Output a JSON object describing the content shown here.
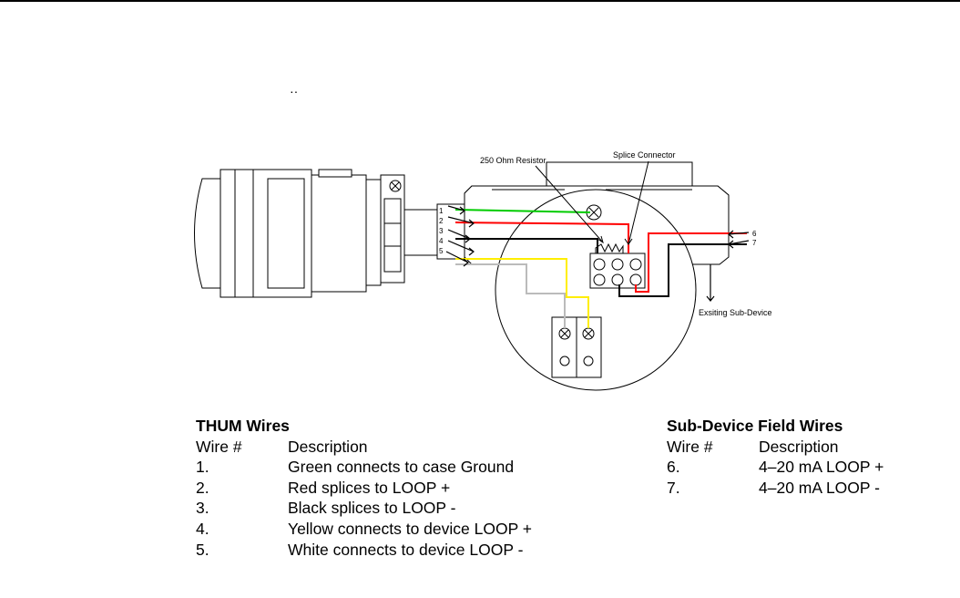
{
  "stray_mark": "··",
  "diagram": {
    "labels": {
      "resistor": "250 Ohm Resistor",
      "splice": "Splice Connector",
      "existing": "Exsiting Sub-Device"
    },
    "wire_numbers_left": [
      "1",
      "2",
      "3",
      "4",
      "5"
    ],
    "wire_numbers_right": [
      "6",
      "7"
    ],
    "colors": {
      "green": "#00cc00",
      "red": "#ff0000",
      "black": "#000000",
      "yellow": "#ffee00",
      "white": "#bbbbbb"
    }
  },
  "thum_table": {
    "title": "THUM Wires",
    "col_wire": "Wire #",
    "col_desc": "Description",
    "rows": [
      {
        "num": "1.",
        "desc": "Green connects to case Ground"
      },
      {
        "num": "2.",
        "desc": "Red splices to LOOP +"
      },
      {
        "num": "3.",
        "desc": "Black splices to LOOP -"
      },
      {
        "num": "4.",
        "desc": "Yellow connects to device LOOP +"
      },
      {
        "num": "5.",
        "desc": "White connects to device LOOP -"
      }
    ]
  },
  "field_table": {
    "title": "Sub-Device Field Wires",
    "col_wire": "Wire #",
    "col_desc": "Description",
    "rows": [
      {
        "num": "6.",
        "desc": "4–20 mA LOOP +"
      },
      {
        "num": "7.",
        "desc": "4–20 mA LOOP -"
      }
    ]
  }
}
